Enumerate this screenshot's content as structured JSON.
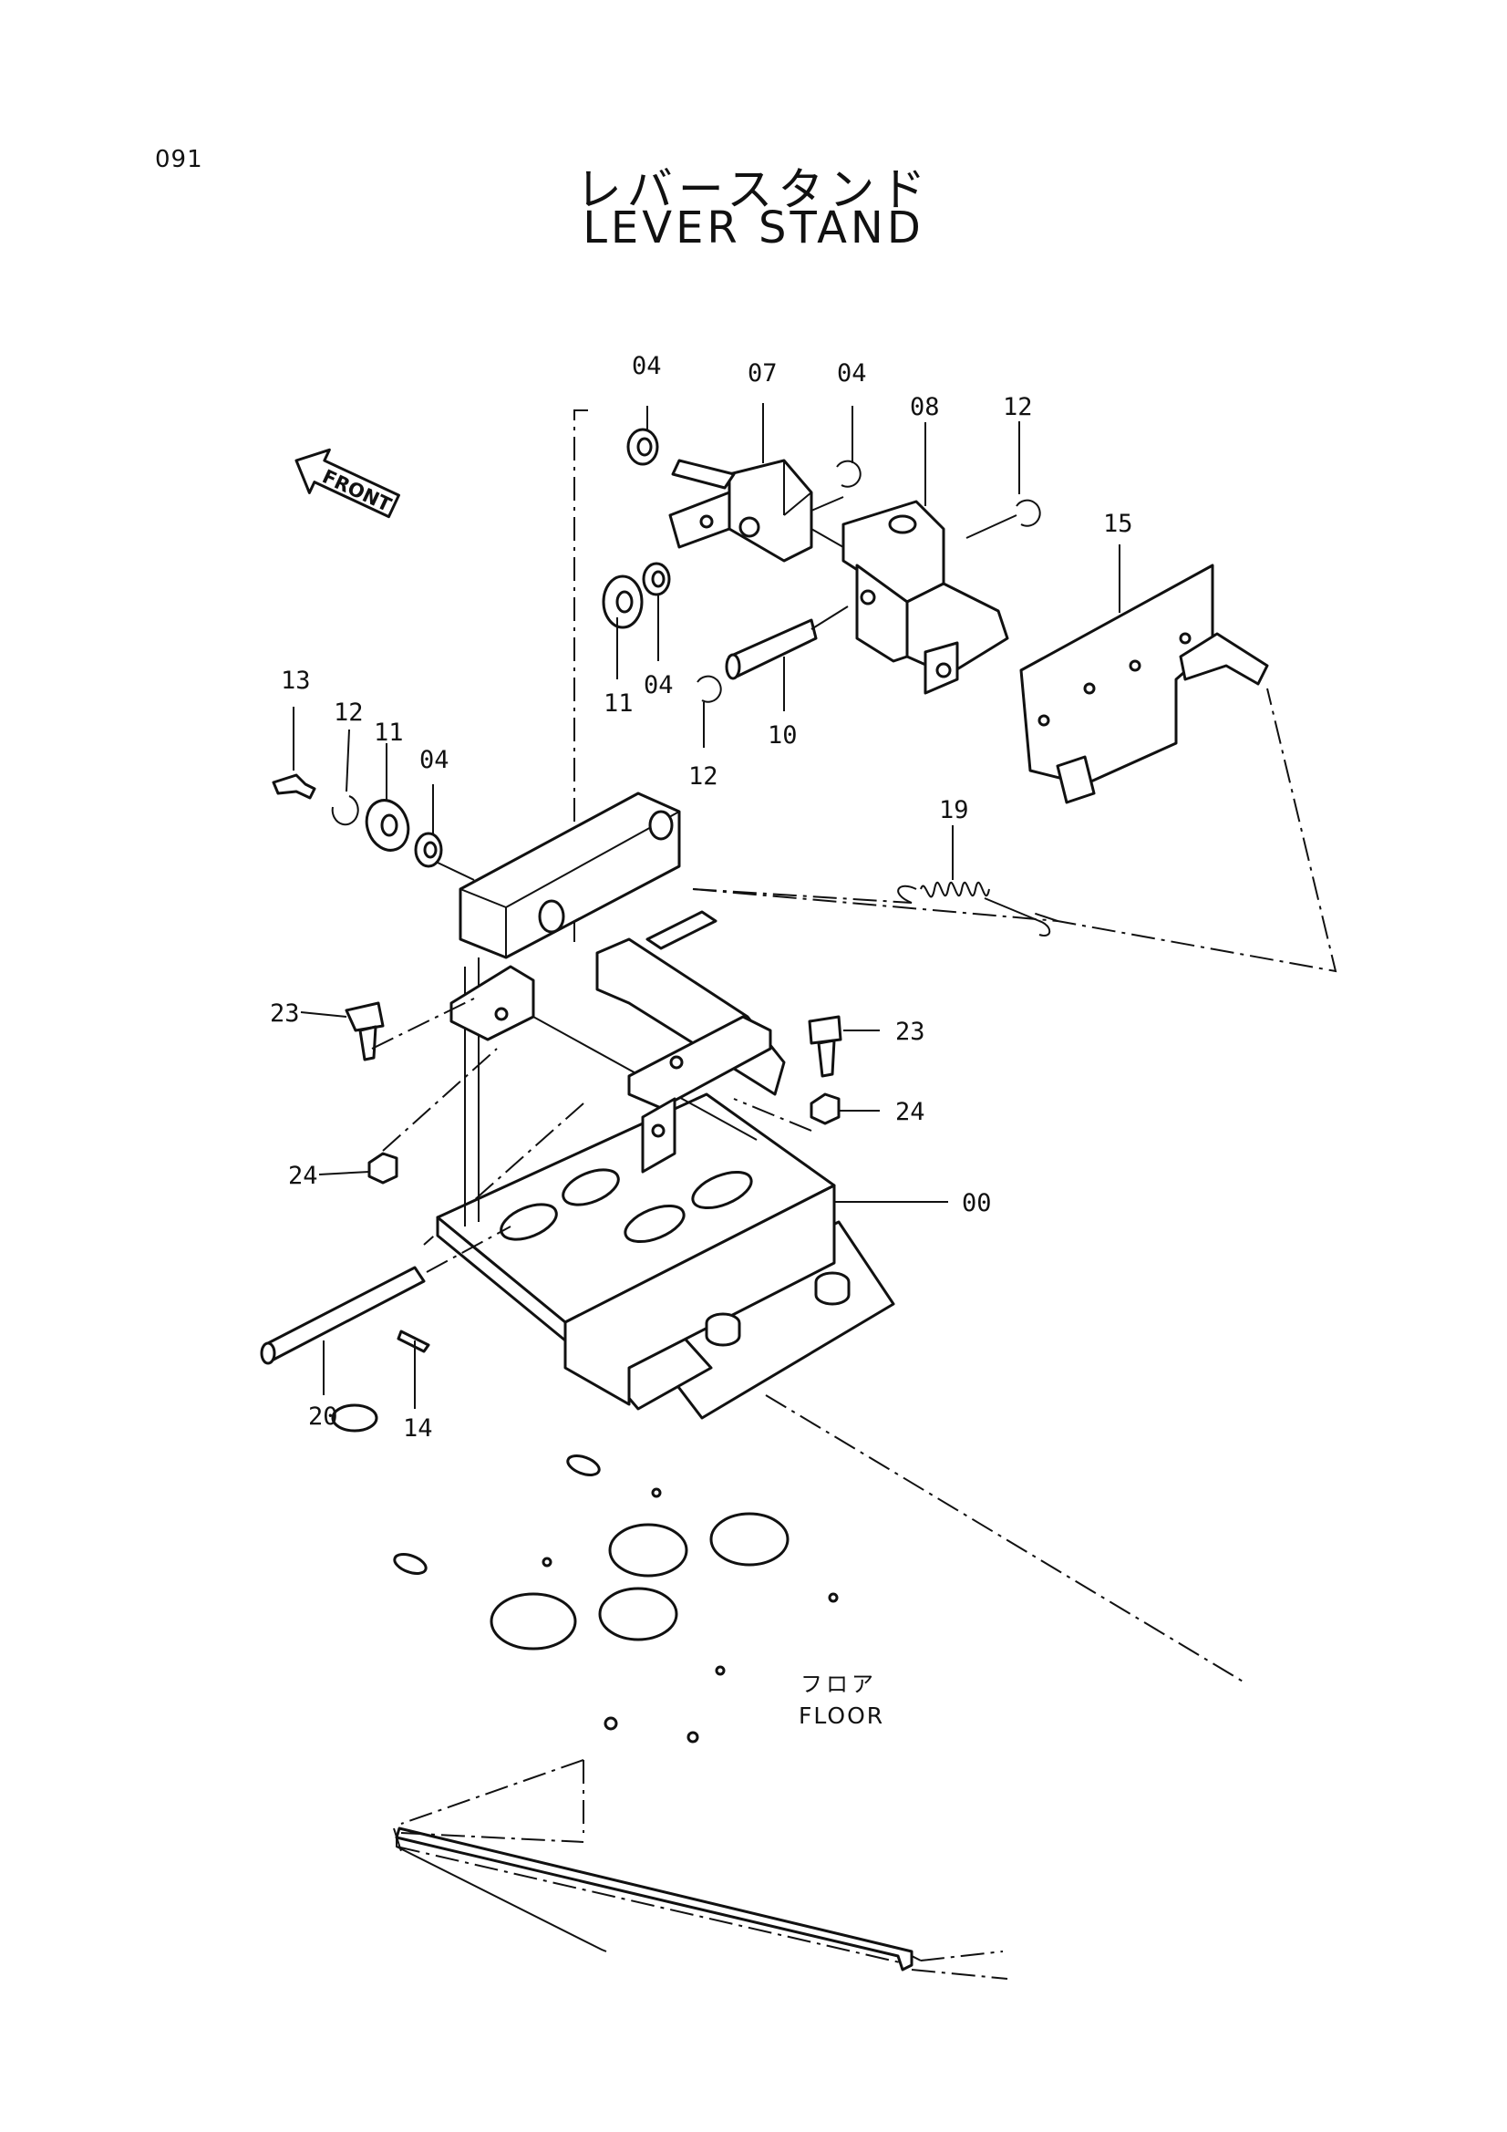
{
  "page_number": "091",
  "title_jp": "レバースタンド",
  "title_en": "LEVER STAND",
  "front_arrow_label": "FRONT",
  "floor_label_jp": "フロア",
  "floor_label_en": "FLOOR",
  "callouts": {
    "c00": "00",
    "c04a": "04",
    "c07": "07",
    "c04b": "04",
    "c08": "08",
    "c12a": "12",
    "c15": "15",
    "c11a": "11",
    "c04c": "04",
    "c10": "10",
    "c12b": "12",
    "c13": "13",
    "c12c": "12",
    "c11b": "11",
    "c04d": "04",
    "c19": "19",
    "c23a": "23",
    "c23b": "23",
    "c24a": "24",
    "c24b": "24",
    "c20": "20",
    "c14": "14"
  }
}
